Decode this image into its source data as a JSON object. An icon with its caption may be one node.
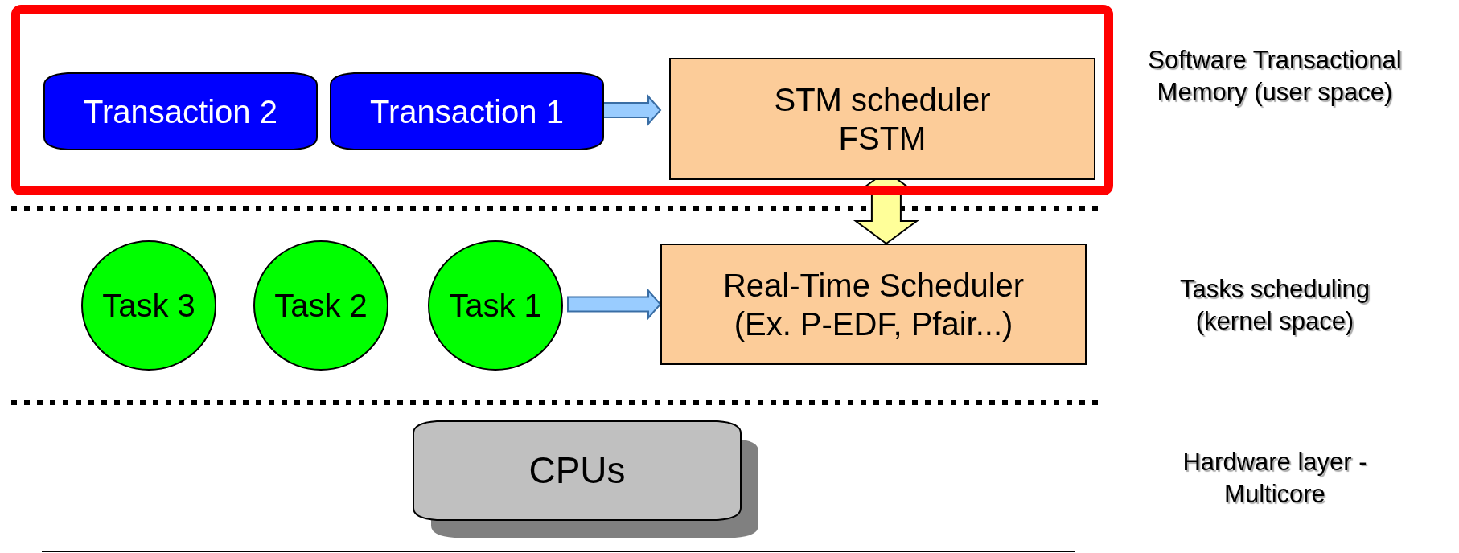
{
  "diagram": {
    "nodes": [
      {
        "text": [],
        "shape": "box"
      },
      {
        "text": [
          "Transaction 2"
        ],
        "in": 0
      },
      {
        "text": [
          "Transaction 1"
        ],
        "in": 0
      },
      {
        "text": [
          "STM scheduler FSTM"
        ],
        "in": 0
      },
      {
        "text": [
          "Task 3"
        ]
      },
      {
        "text": [
          "Task 2"
        ]
      },
      {
        "text": [
          "Task 1"
        ]
      },
      {
        "text": [
          "Real-Time Scheduler (Ex. P-EDF, Pfair...)"
        ]
      },
      {
        "text": [
          "CPUs"
        ]
      }
    ],
    "edges": [
      {
        "from": 2,
        "to": 3,
        "arrow": "to"
      },
      {
        "from": 6,
        "to": 7,
        "arrow": "to"
      },
      {
        "from": 3,
        "to": 7,
        "arrow": "both",
        "color": "#ffff99"
      }
    ],
    "labels": [
      "Software Transactional Memory (user space)",
      "Tasks scheduling (kernel space)",
      "Hardware layer - Multicore"
    ]
  }
}
